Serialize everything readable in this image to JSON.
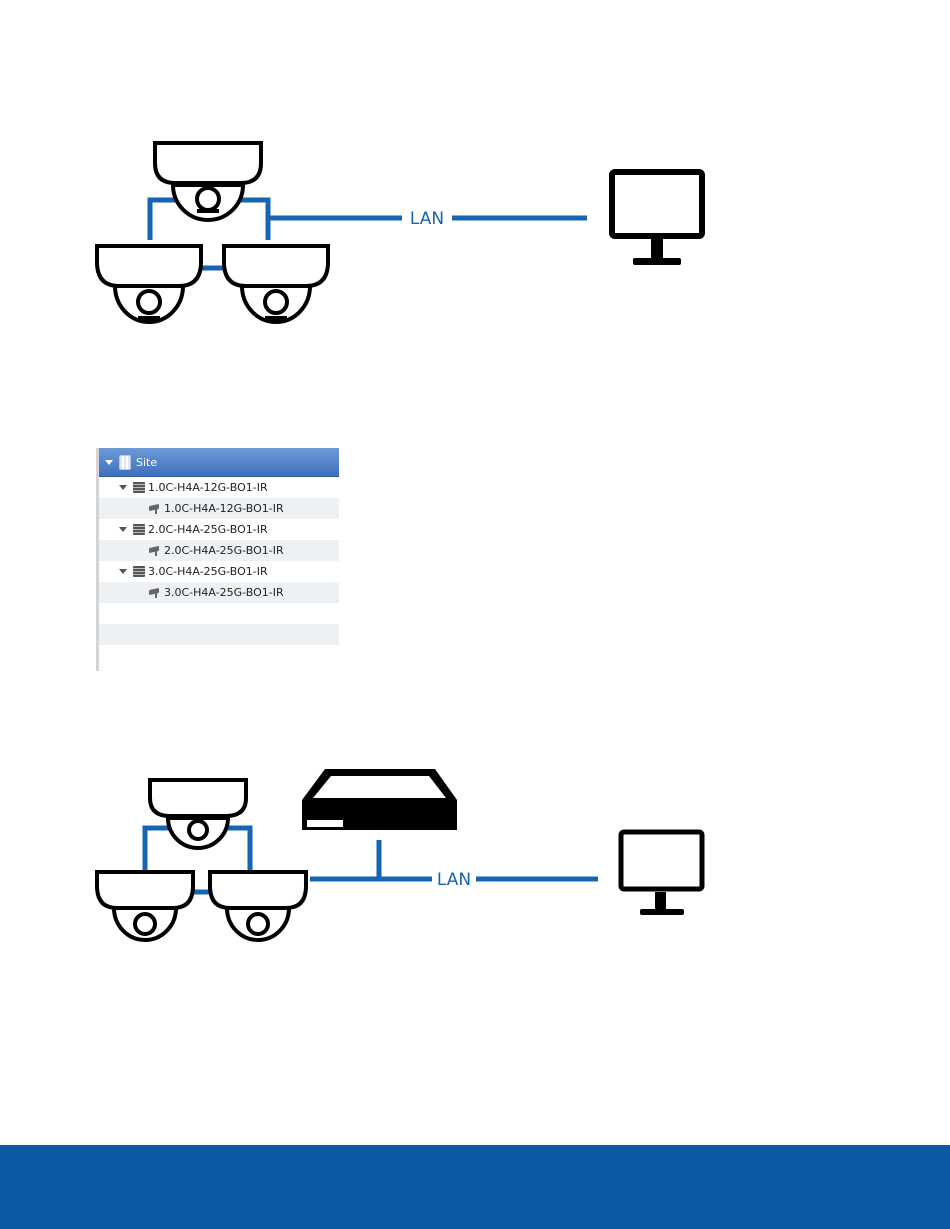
{
  "colors": {
    "network_line": "#1565b0",
    "device_outline": "#000000",
    "footer": "#0b5aa3",
    "tree_header": "#3f70bd"
  },
  "diagram_top": {
    "lan_label": "LAN"
  },
  "diagram_bottom": {
    "lan_label": "LAN"
  },
  "site_tree": {
    "root": "Site",
    "servers": [
      {
        "name": "1.0C-H4A-12G-BO1-IR",
        "camera": "1.0C-H4A-12G-BO1-IR"
      },
      {
        "name": "2.0C-H4A-25G-BO1-IR",
        "camera": "2.0C-H4A-25G-BO1-IR"
      },
      {
        "name": "3.0C-H4A-25G-BO1-IR",
        "camera": "3.0C-H4A-25G-BO1-IR"
      }
    ]
  }
}
